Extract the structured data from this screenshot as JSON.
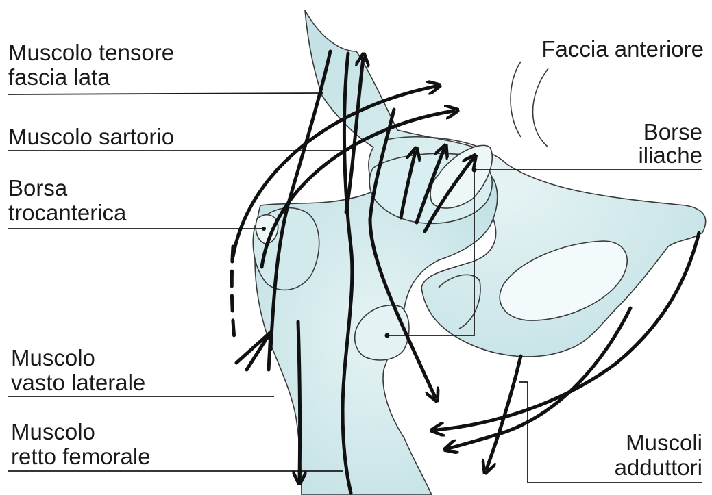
{
  "labels": {
    "tensore": [
      "Muscolo tensore",
      "fascia lata"
    ],
    "faccia": "Faccia anteriore",
    "sartorio": "Muscolo sartorio",
    "borse_iliache": [
      "Borse",
      "iliache"
    ],
    "borsa_trocanterica": [
      "Borsa",
      "trocanterica"
    ],
    "vasto_laterale": [
      "Muscolo",
      "vasto laterale"
    ],
    "retto_femorale": [
      "Muscolo",
      "retto femorale"
    ],
    "adduttori": [
      "Muscoli",
      "adduttori"
    ]
  },
  "colors": {
    "background": "#ffffff",
    "bone_fill": "#cfe8ea",
    "bone_outline": "#3a3a3a",
    "arrow": "#111111",
    "text": "#1a1a1a"
  }
}
